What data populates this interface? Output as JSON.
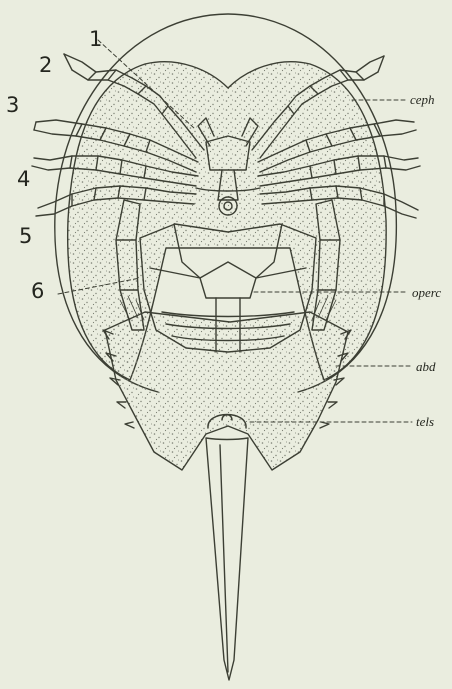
{
  "figure": {
    "subject": "horseshoe-crab-ventral-view",
    "line_color": "#3c3f34",
    "paper_color": "#eaeddf",
    "stipple_color": "#7c8074"
  },
  "labels": {
    "appendage_1": "1",
    "appendage_2": "2",
    "appendage_3": "3",
    "appendage_4": "4",
    "appendage_5": "5",
    "appendage_6": "6",
    "ceph": "ceph",
    "operc": "operc",
    "abd": "abd",
    "tels": "tels"
  }
}
